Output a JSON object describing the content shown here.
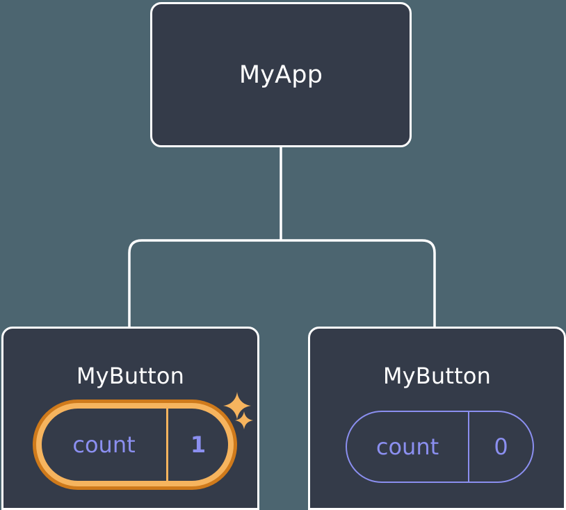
{
  "diagram": {
    "type": "component-tree",
    "background_color": "#4c6570",
    "node_fill_color": "#343b49",
    "node_border_color": "#ffffff",
    "connector_color": "#ffffff",
    "accent_highlight_outer": "#cf7a1b",
    "accent_highlight_inner": "#f6b45e",
    "state_text_color": "#8b8ff0",
    "sparkle_color": "#f6b45e"
  },
  "root": {
    "label": "MyApp"
  },
  "children": [
    {
      "label": "MyButton",
      "state": {
        "key": "count",
        "value": "1"
      },
      "highlighted": true,
      "sparkles": [
        {
          "name": "sparkle-large"
        },
        {
          "name": "sparkle-small"
        }
      ]
    },
    {
      "label": "MyButton",
      "state": {
        "key": "count",
        "value": "0"
      },
      "highlighted": false
    }
  ]
}
